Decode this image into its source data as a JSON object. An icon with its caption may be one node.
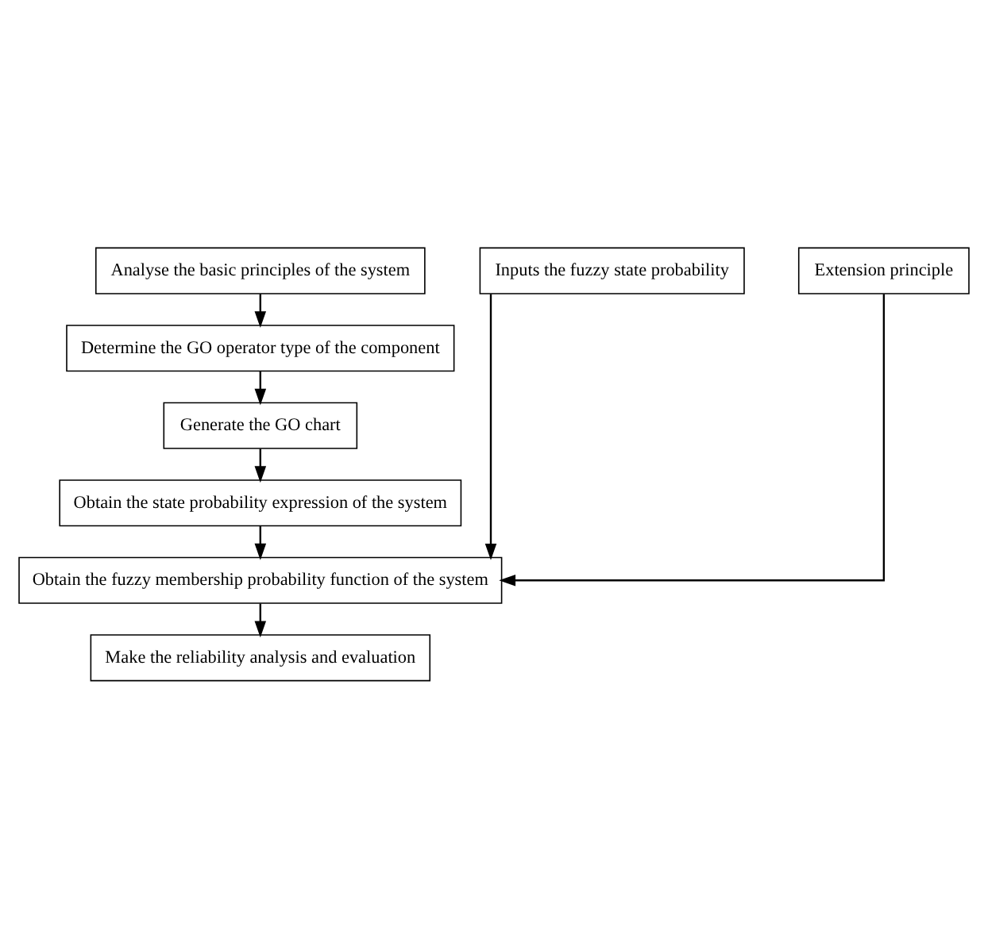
{
  "diagram": {
    "nodes": [
      {
        "text": [
          "Analyse the basic principles of the system"
        ]
      },
      {
        "text": [
          "Determine the GO operator type of the component"
        ]
      },
      {
        "text": [
          "Generate the GO chart"
        ]
      },
      {
        "text": [
          "Obtain the state probability expression of the system"
        ]
      },
      {
        "text": [
          "Inputs the fuzzy state probability"
        ]
      },
      {
        "text": [
          "Extension principle"
        ]
      },
      {
        "text": [
          "Obtain the fuzzy membership probability function of the system"
        ]
      },
      {
        "text": [
          "Make the reliability analysis and evaluation"
        ]
      }
    ],
    "edges": [
      {
        "from": 0,
        "to": 1,
        "arrow": "to"
      },
      {
        "from": 1,
        "to": 2,
        "arrow": "to"
      },
      {
        "from": 2,
        "to": 3,
        "arrow": "to"
      },
      {
        "from": 3,
        "to": 6,
        "arrow": "to"
      },
      {
        "from": 4,
        "to": 6,
        "arrow": "to"
      },
      {
        "from": 5,
        "to": 6,
        "arrow": "to"
      },
      {
        "from": 6,
        "to": 7,
        "arrow": "to"
      }
    ]
  }
}
